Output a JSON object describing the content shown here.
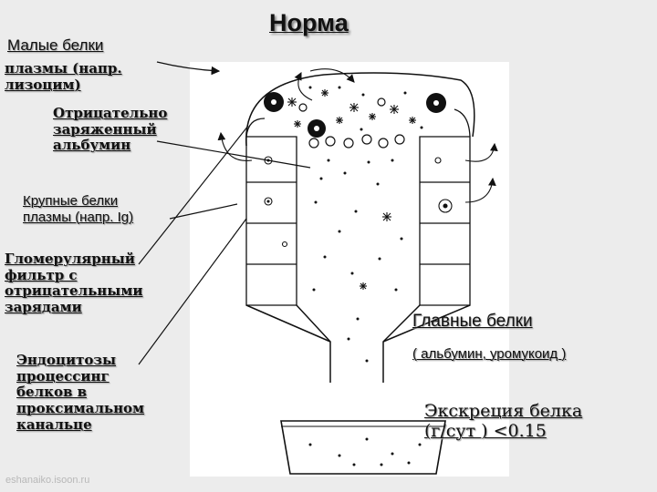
{
  "title": "Норма",
  "labels": {
    "small_proteins_heading": "Малые белки",
    "small_proteins_detail": "плазмы (напр.\nлизоцим)",
    "negative_albumin": "Отрицательно\nзаряженный\nальбумин",
    "large_proteins": "Крупные белки\nплазмы (напр. Ig)",
    "glomerular_filter": "Гломерулярный\nфильтр с\nотрицательными\nзарядами",
    "endocytosis": "Эндоцитозы\nпроцессинг\nбелков в\nпроксимальном\nканальце",
    "main_proteins": "Главные белки",
    "main_proteins_examples": "( альбумин, уромукоид )",
    "protein_excretion": "Экскреция  белка \n(г/сут ) <0.15"
  },
  "watermark": "eshanaiko.isoon.ru",
  "colors": {
    "background": "#ececec",
    "panel": "#ffffff",
    "ink": "#111111"
  }
}
